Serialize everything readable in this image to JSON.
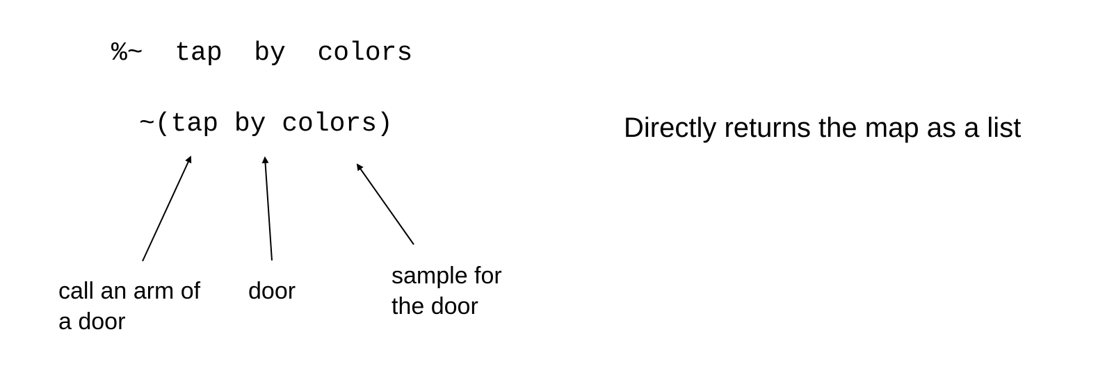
{
  "code": {
    "rune_line": "%~  tap  by  colors",
    "expanded_line": "~(tap by colors)"
  },
  "annotations": {
    "arm": "call an arm of\na door",
    "door": "door",
    "sample": "sample for\nthe door"
  },
  "description": "Directly returns the map as a list"
}
